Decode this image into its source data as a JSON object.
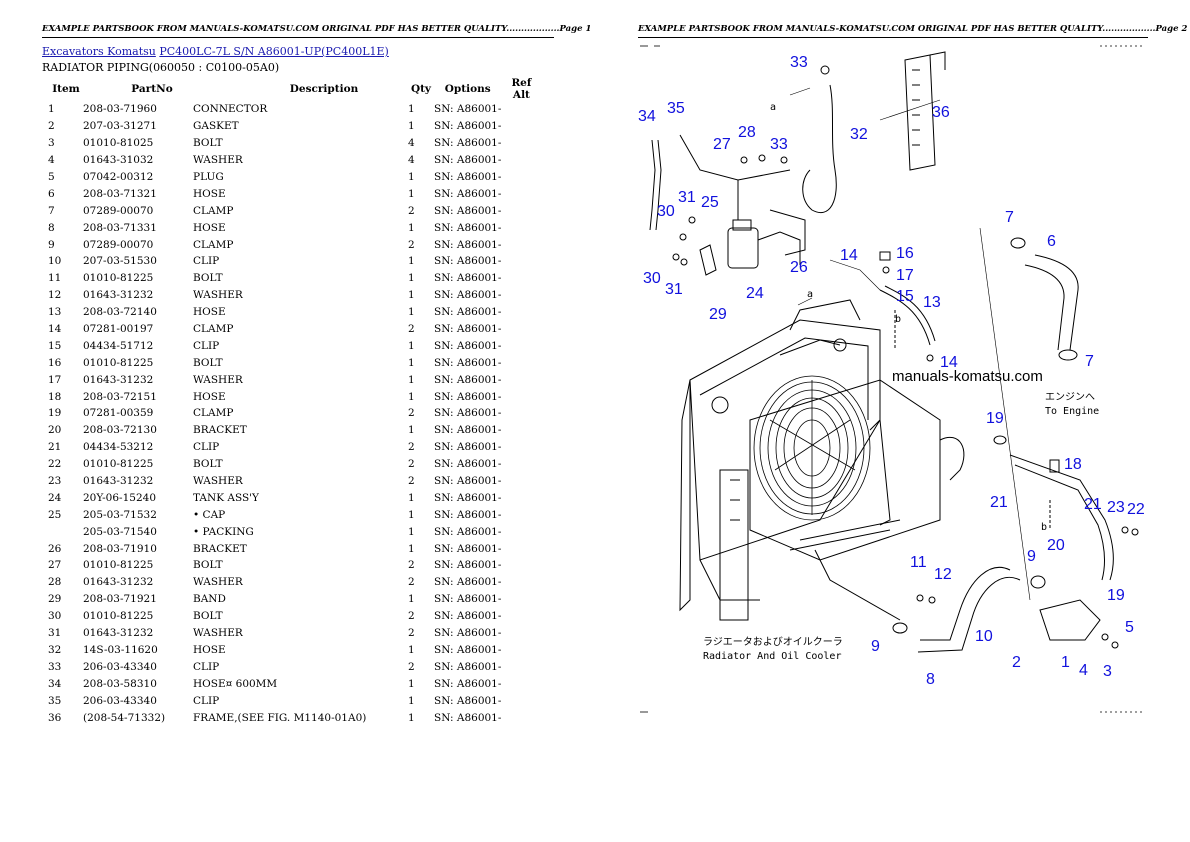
{
  "page1": {
    "header": "EXAMPLE PARTSBOOK FROM MANUALS-KOMATSU.COM ORIGINAL PDF HAS BETTER QUALITY..................Page 1",
    "breadcrumb": {
      "link1": "Excavators Komatsu",
      "link2": "PC400LC-7L S/N A86001-UP(PC400L1E)"
    },
    "subtitle": "RADIATOR PIPING(060050 : C0100-05A0)",
    "columns": [
      "Item",
      "PartNo",
      "Description",
      "Qty",
      "Options",
      "Ref Alt"
    ],
    "rows": [
      [
        "1",
        "208-03-71960",
        "CONNECTOR",
        "1",
        "SN: A86001-",
        ""
      ],
      [
        "2",
        "207-03-31271",
        "GASKET",
        "1",
        "SN: A86001-",
        ""
      ],
      [
        "3",
        "01010-81025",
        "BOLT",
        "4",
        "SN: A86001-",
        ""
      ],
      [
        "4",
        "01643-31032",
        "WASHER",
        "4",
        "SN: A86001-",
        ""
      ],
      [
        "5",
        "07042-00312",
        "PLUG",
        "1",
        "SN: A86001-",
        ""
      ],
      [
        "6",
        "208-03-71321",
        "HOSE",
        "1",
        "SN: A86001-",
        ""
      ],
      [
        "7",
        "07289-00070",
        "CLAMP",
        "2",
        "SN: A86001-",
        ""
      ],
      [
        "8",
        "208-03-71331",
        "HOSE",
        "1",
        "SN: A86001-",
        ""
      ],
      [
        "9",
        "07289-00070",
        "CLAMP",
        "2",
        "SN: A86001-",
        ""
      ],
      [
        "10",
        "207-03-51530",
        "CLIP",
        "1",
        "SN: A86001-",
        ""
      ],
      [
        "11",
        "01010-81225",
        "BOLT",
        "1",
        "SN: A86001-",
        ""
      ],
      [
        "12",
        "01643-31232",
        "WASHER",
        "1",
        "SN: A86001-",
        ""
      ],
      [
        "13",
        "208-03-72140",
        "HOSE",
        "1",
        "SN: A86001-",
        ""
      ],
      [
        "14",
        "07281-00197",
        "CLAMP",
        "2",
        "SN: A86001-",
        ""
      ],
      [
        "15",
        "04434-51712",
        "CLIP",
        "1",
        "SN: A86001-",
        ""
      ],
      [
        "16",
        "01010-81225",
        "BOLT",
        "1",
        "SN: A86001-",
        ""
      ],
      [
        "17",
        "01643-31232",
        "WASHER",
        "1",
        "SN: A86001-",
        ""
      ],
      [
        "18",
        "208-03-72151",
        "HOSE",
        "1",
        "SN: A86001-",
        ""
      ],
      [
        "19",
        "07281-00359",
        "CLAMP",
        "2",
        "SN: A86001-",
        ""
      ],
      [
        "20",
        "208-03-72130",
        "BRACKET",
        "1",
        "SN: A86001-",
        ""
      ],
      [
        "21",
        "04434-53212",
        "CLIP",
        "2",
        "SN: A86001-",
        ""
      ],
      [
        "22",
        "01010-81225",
        "BOLT",
        "2",
        "SN: A86001-",
        ""
      ],
      [
        "23",
        "01643-31232",
        "WASHER",
        "2",
        "SN: A86001-",
        ""
      ],
      [
        "24",
        "20Y-06-15240",
        "TANK ASS'Y",
        "1",
        "SN: A86001-",
        ""
      ],
      [
        "25",
        "205-03-71532",
        "• CAP",
        "1",
        "SN: A86001-",
        ""
      ],
      [
        "",
        "205-03-71540",
        "• PACKING",
        "1",
        "SN: A86001-",
        ""
      ],
      [
        "26",
        "208-03-71910",
        "BRACKET",
        "1",
        "SN: A86001-",
        ""
      ],
      [
        "27",
        "01010-81225",
        "BOLT",
        "2",
        "SN: A86001-",
        ""
      ],
      [
        "28",
        "01643-31232",
        "WASHER",
        "2",
        "SN: A86001-",
        ""
      ],
      [
        "29",
        "208-03-71921",
        "BAND",
        "1",
        "SN: A86001-",
        ""
      ],
      [
        "30",
        "01010-81225",
        "BOLT",
        "2",
        "SN: A86001-",
        ""
      ],
      [
        "31",
        "01643-31232",
        "WASHER",
        "2",
        "SN: A86001-",
        ""
      ],
      [
        "32",
        "14S-03-11620",
        "HOSE",
        "1",
        "SN: A86001-",
        ""
      ],
      [
        "33",
        "206-03-43340",
        "CLIP",
        "2",
        "SN: A86001-",
        ""
      ],
      [
        "34",
        "208-03-58310",
        "HOSE¤ 600MM",
        "1",
        "SN: A86001-",
        ""
      ],
      [
        "35",
        "206-03-43340",
        "CLIP",
        "1",
        "SN: A86001-",
        ""
      ],
      [
        "36",
        "(208-54-71332)",
        "FRAME,(SEE FIG. M1140-01A0)",
        "1",
        "SN: A86001-",
        ""
      ]
    ]
  },
  "page2": {
    "header": "EXAMPLE PARTSBOOK FROM MANUALS-KOMATSU.COM ORIGINAL PDF HAS BETTER QUALITY..................Page 2",
    "watermark": "manuals-komatsu.com",
    "caption_jp": "ラジエータおよびオイルクーラ",
    "caption_en": "Radiator And Oil Cooler",
    "engine_jp": "エンジンへ",
    "engine_en": "To Engine",
    "letters": {
      "a1": "a",
      "a2": "a",
      "b1": "b",
      "b2": "b"
    },
    "callouts": {
      "c33a": "33",
      "c34": "34",
      "c35": "35",
      "c36": "36",
      "c32": "32",
      "c28": "28",
      "c27": "27",
      "c33b": "33",
      "c25": "25",
      "c31a": "31",
      "c30a": "30",
      "c30b": "30",
      "c31b": "31",
      "c29": "29",
      "c24": "24",
      "c26": "26",
      "c14a": "14",
      "c16": "16",
      "c17": "17",
      "c15": "15",
      "c13": "13",
      "c14b": "14",
      "c7a": "7",
      "c6": "6",
      "c7b": "7",
      "c19a": "19",
      "c18": "18",
      "c21a": "21",
      "c21b": "21",
      "c23": "23",
      "c22": "22",
      "c20": "20",
      "c19b": "19",
      "c9a": "9",
      "c11": "11",
      "c12": "12",
      "c10": "10",
      "c9b": "9",
      "c8": "8",
      "c2": "2",
      "c1": "1",
      "c4": "4",
      "c3": "3",
      "c5": "5"
    }
  }
}
